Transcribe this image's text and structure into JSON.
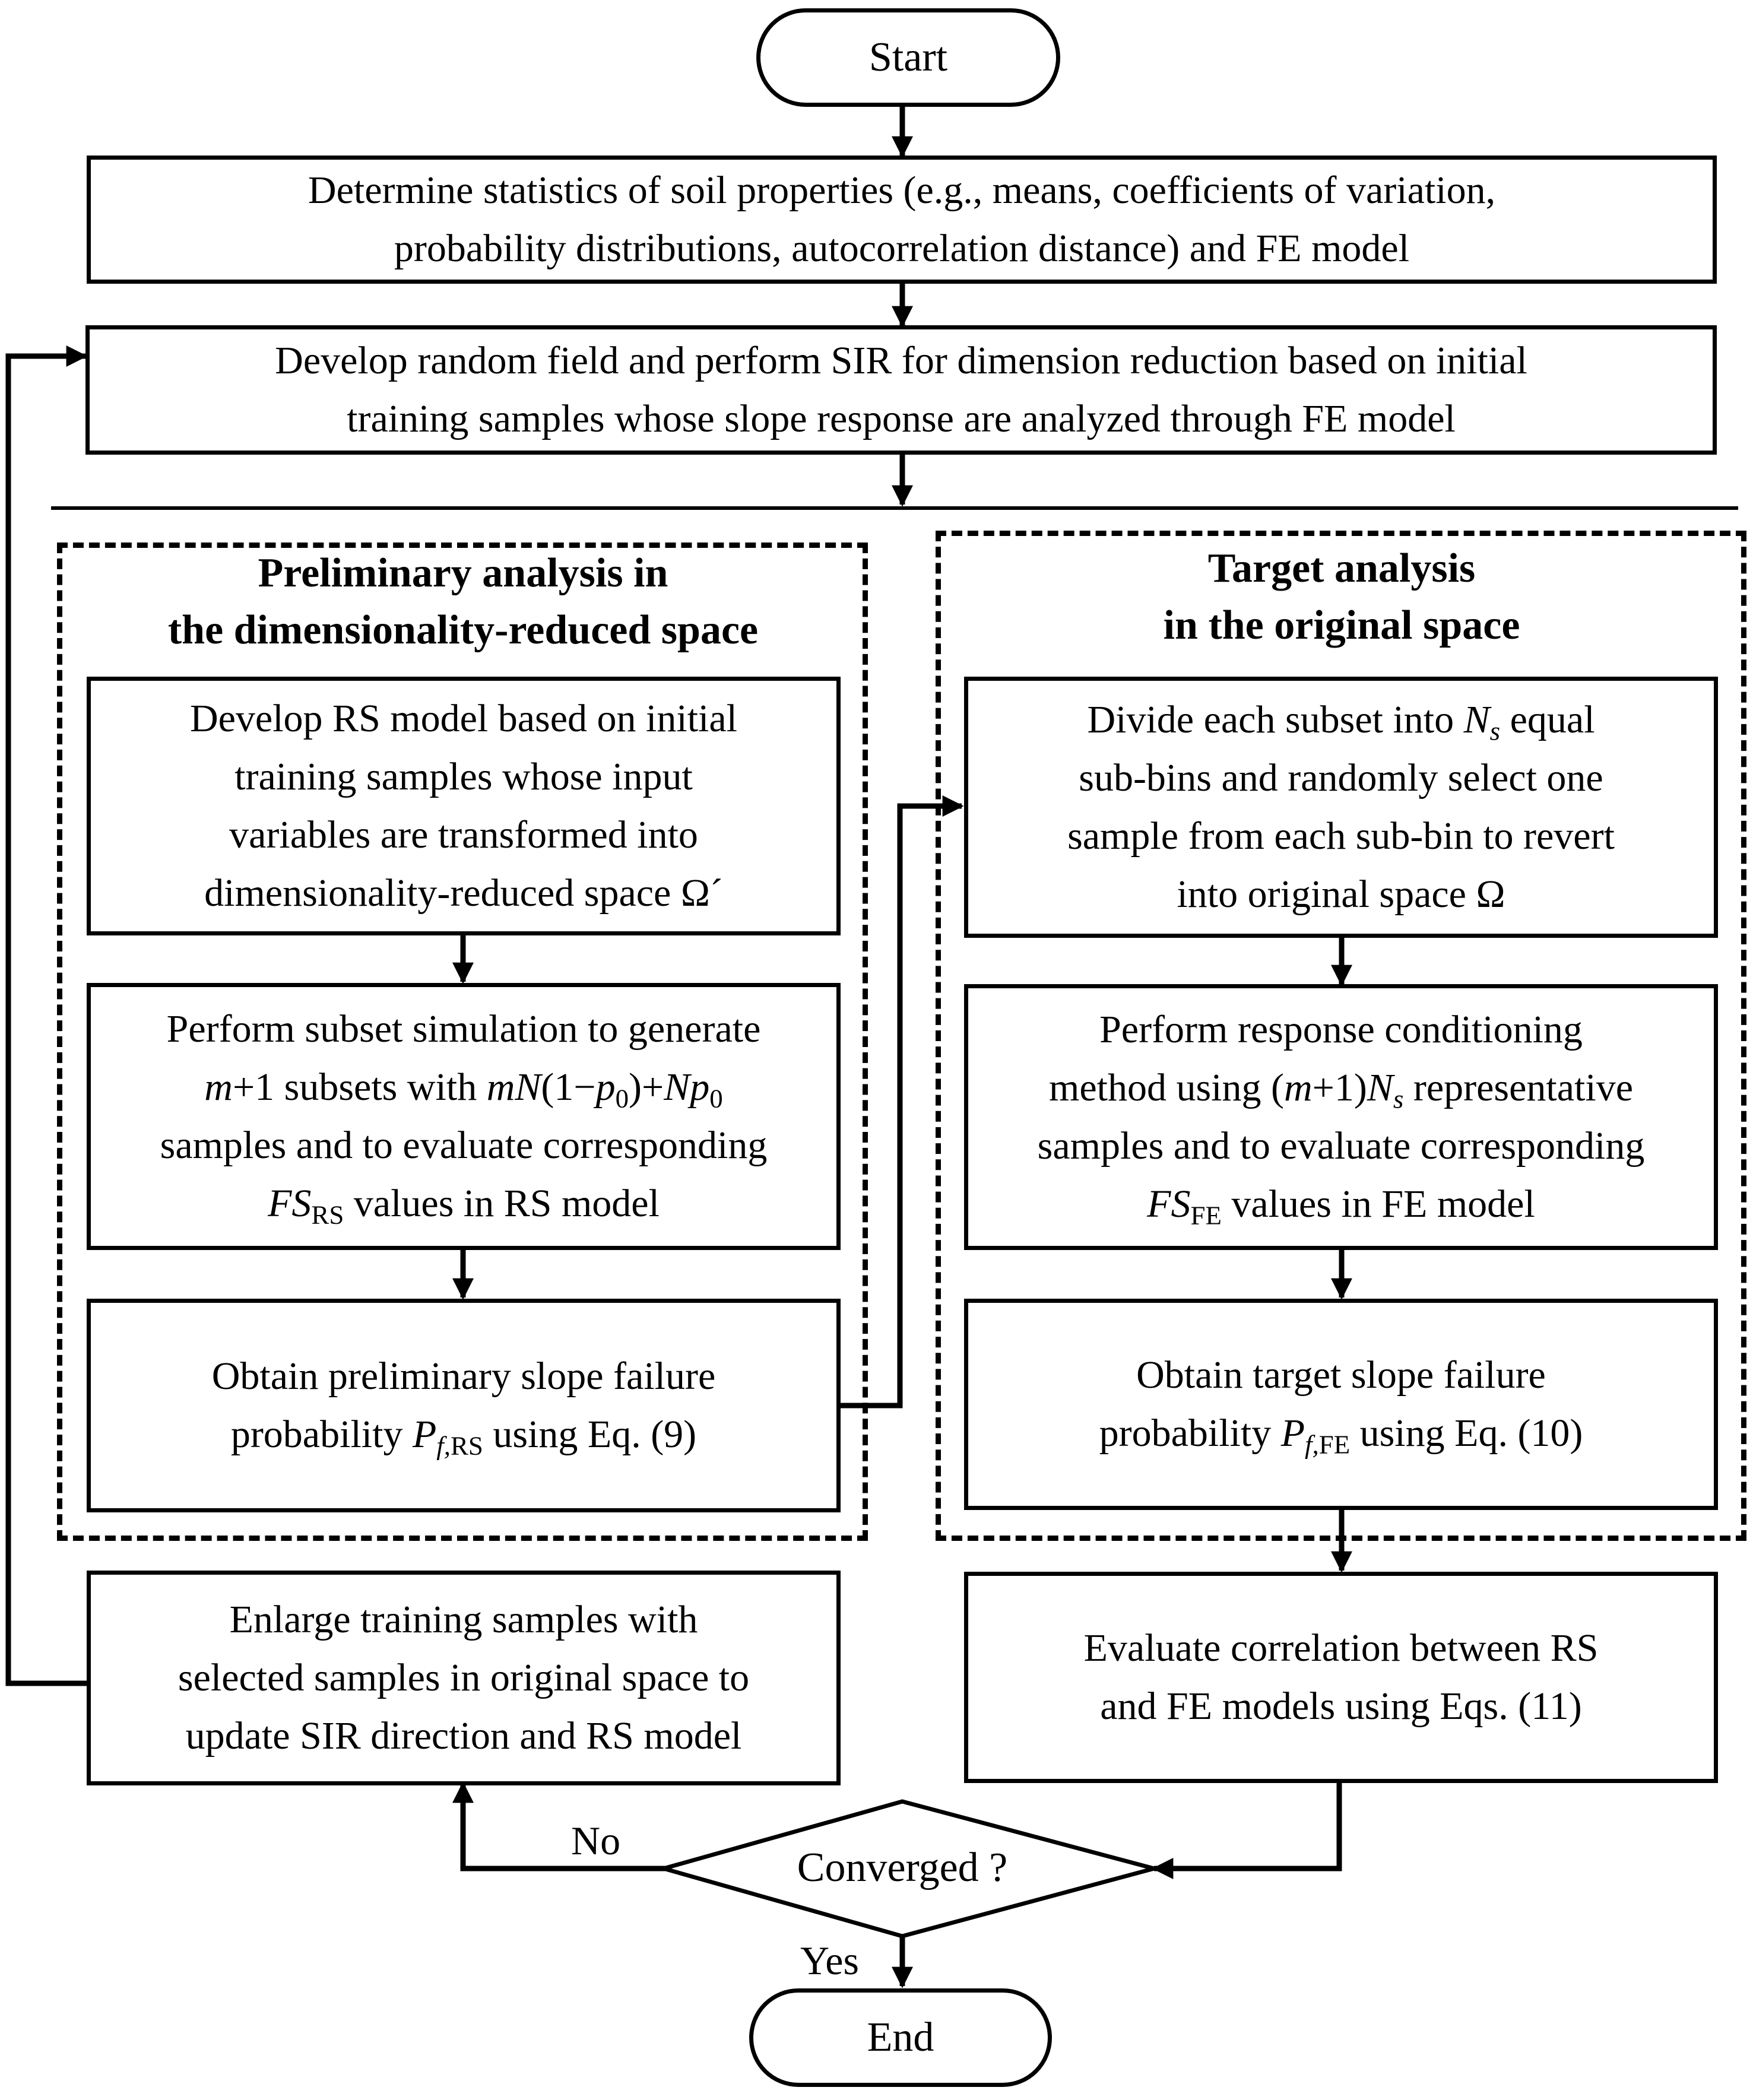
{
  "start": "Start",
  "end": "End",
  "step1": {
    "line1": "Determine statistics of soil properties (e.g., means, coefficients of variation,",
    "line2": "probability distributions, autocorrelation distance) and FE model"
  },
  "step2": {
    "line1": "Develop random field and perform SIR for dimension reduction based on initial",
    "line2": "training samples whose slope response are  analyzed through FE model"
  },
  "left_group": {
    "title1": "Preliminary analysis in",
    "title2": "the dimensionality-reduced space",
    "box1": {
      "line1": "Develop RS model based on initial",
      "line2": "training samples whose input",
      "line3": "variables are transformed into",
      "line4": "dimensionality-reduced space Ω´"
    },
    "box2": {
      "line1": "Perform subset simulation to generate",
      "line2_a": "m",
      "line2_b": "+1 subsets with ",
      "line2_c": "mN",
      "line2_d": "(1−",
      "line2_e": "p",
      "line2_f": "0",
      "line2_g": ")+",
      "line2_h": "Np",
      "line2_i": "0",
      "line3": "samples and to evaluate corresponding",
      "line4_a": "FS",
      "line4_b": "RS",
      "line4_c": " values  in RS model"
    },
    "box3": {
      "line1": "Obtain preliminary slope failure",
      "line2_a": "probability ",
      "line2_b": "P",
      "line2_c": "f,",
      "line2_d": "RS",
      "line2_e": " using Eq.  (9)"
    }
  },
  "right_group": {
    "title1": "Target analysis",
    "title2": "in the original space",
    "box1": {
      "line1_a": "Divide each subset into ",
      "line1_b": "N",
      "line1_c": "s",
      "line1_d": " equal",
      "line2": "sub-bins and randomly select  one",
      "line3": "sample from each sub-bin to revert",
      "line4": "into original space Ω"
    },
    "box2": {
      "line1": "Perform response conditioning",
      "line2_a": "method using (",
      "line2_b": "m",
      "line2_c": "+1)",
      "line2_d": "N",
      "line2_e": "s",
      "line2_f": " representative",
      "line3": "samples and to evaluate corresponding",
      "line4_a": "FS",
      "line4_b": "FE",
      "line4_c": " values in FE model"
    },
    "box3": {
      "line1": "Obtain target  slope failure",
      "line2_a": "probability  ",
      "line2_b": "P",
      "line2_c": "f,",
      "line2_d": "FE",
      "line2_e": " using Eq.  (10)"
    }
  },
  "enlarge": {
    "line1": "Enlarge training samples with",
    "line2": "selected samples in original space to",
    "line3": "update SIR direction and RS model"
  },
  "correlation": {
    "line1": "Evaluate correlation between RS",
    "line2": "and FE models using Eqs. (11)"
  },
  "decision": "Converged ?",
  "no_label": "No",
  "yes_label": "Yes"
}
